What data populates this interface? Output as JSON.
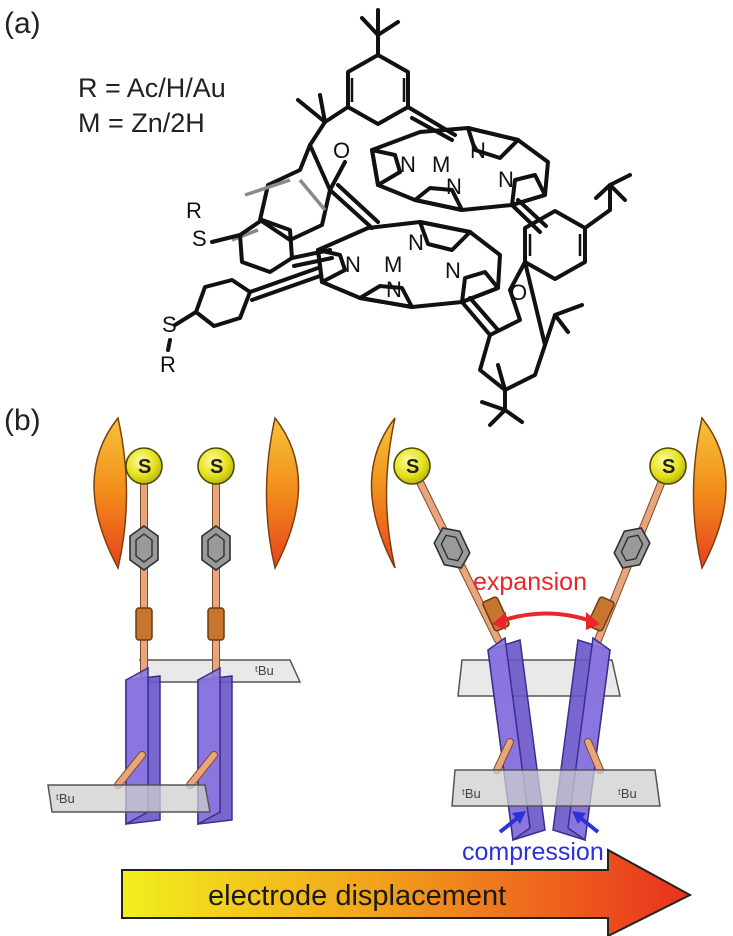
{
  "panels": {
    "a": "(a)",
    "b": "(b)"
  },
  "definitions": {
    "r_line": "R = Ac/H/Au",
    "m_line": "M = Zn/2H"
  },
  "atoms": {
    "nitrogen": "N",
    "metal": "M",
    "oxygen": "O",
    "sulfur": "S",
    "r_group": "R"
  },
  "schematic": {
    "sulfur_label": "S",
    "tbu_label": "ᵗBu",
    "expansion": "expansion",
    "compression": "compression",
    "displacement_arrow": "electrode displacement"
  },
  "colors": {
    "expansion": "#e8262c",
    "compression": "#2a32d8",
    "arrow_start": "#f2ef1c",
    "arrow_end": "#e9301e",
    "porphyrin": "#8d78e0",
    "electrode": "#f28c1b"
  }
}
